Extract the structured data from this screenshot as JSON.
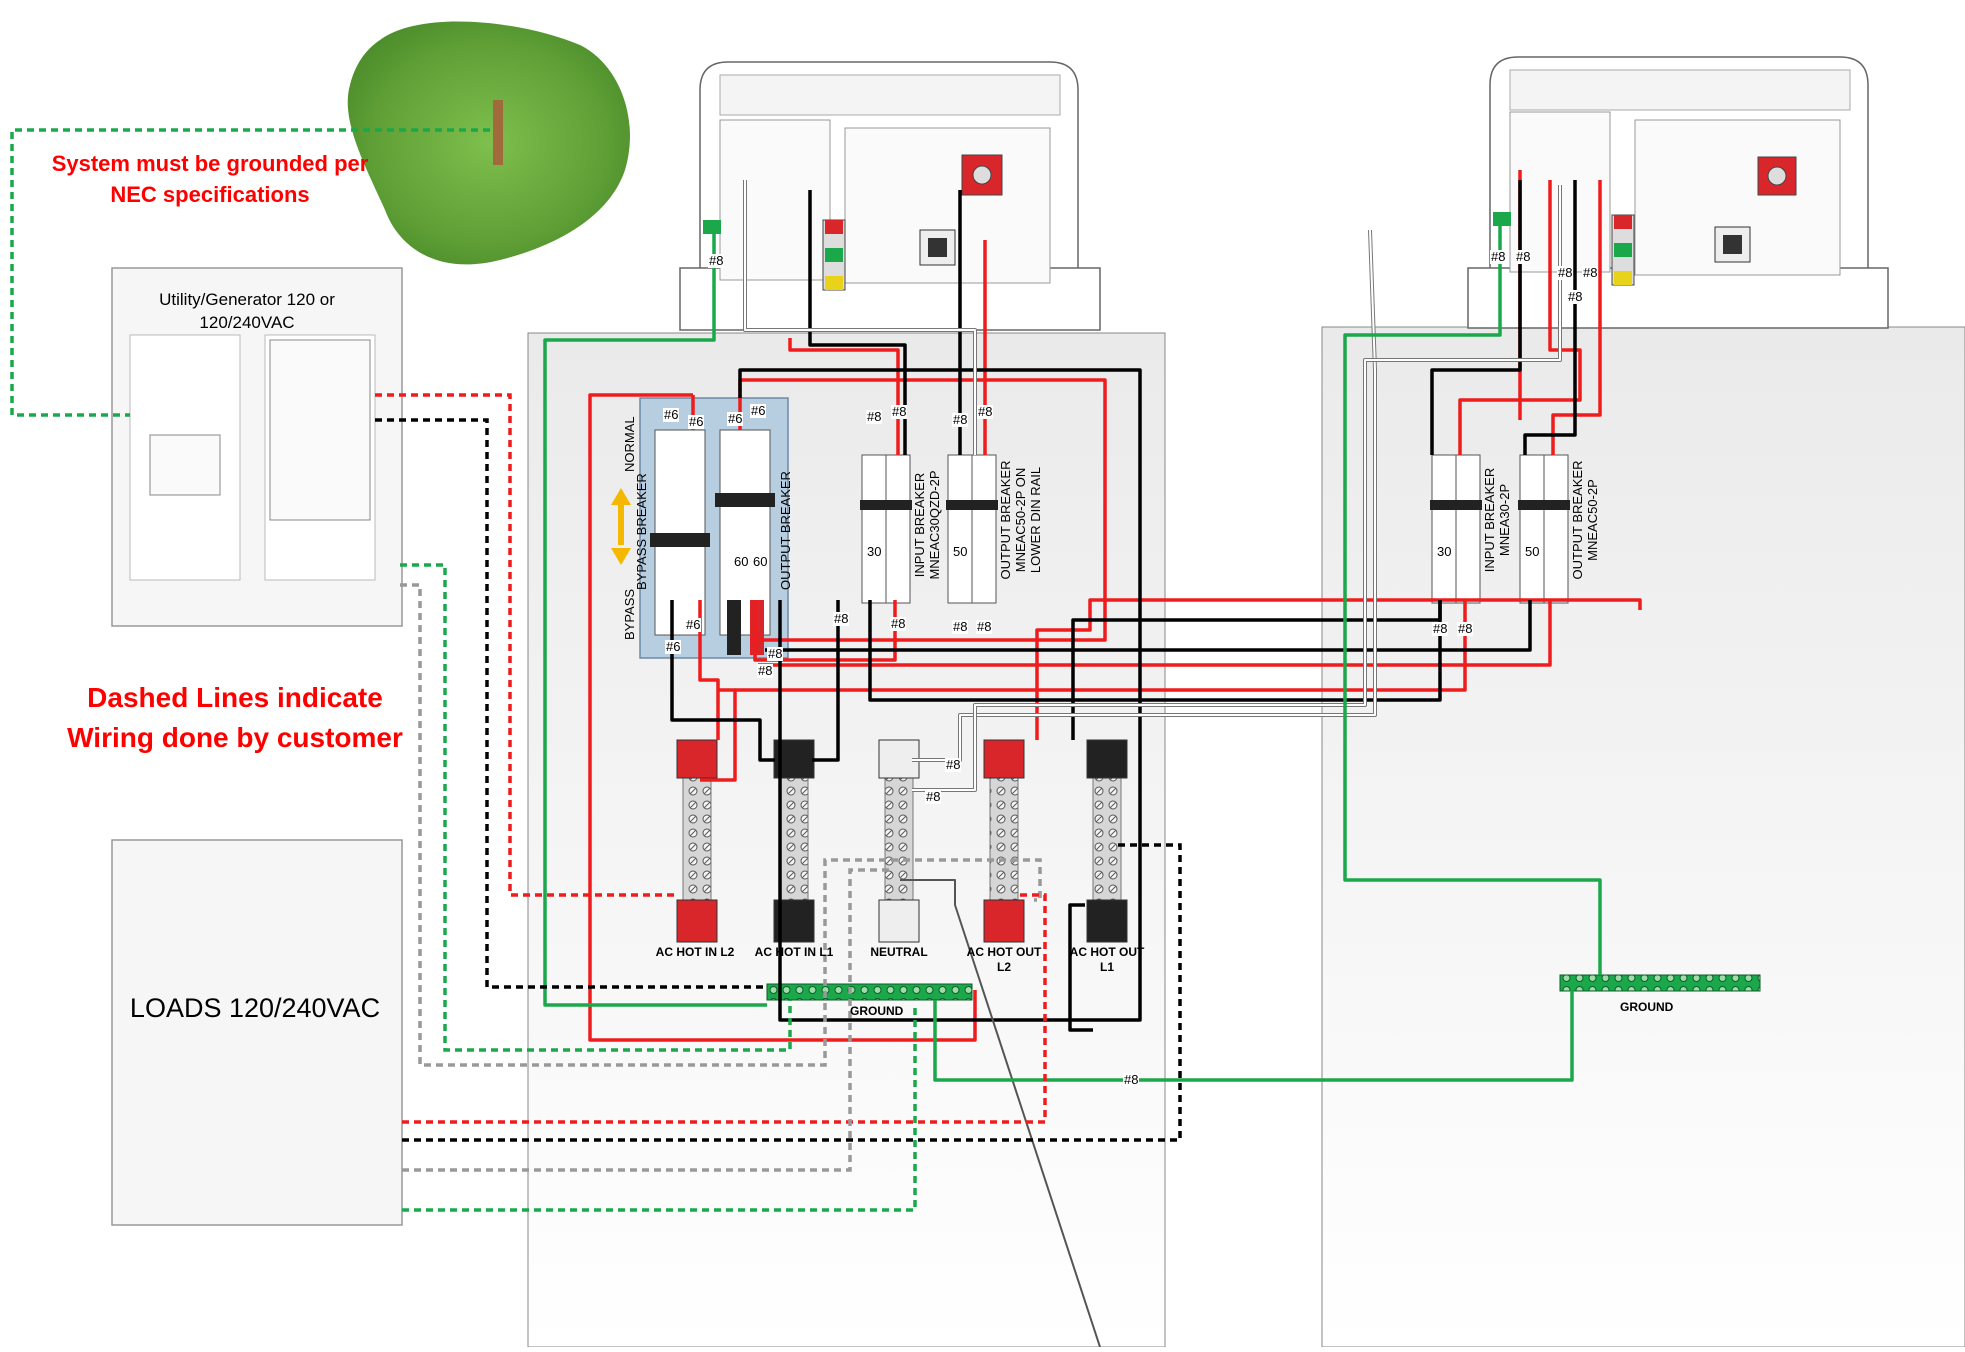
{
  "notes": {
    "ground_note": "System must be grounded per NEC specifications",
    "dashed_note": "Dashed Lines indicate Wiring done by customer"
  },
  "source_panel": {
    "title": "Utility/Generator 120 or 120/240VAC"
  },
  "loads": {
    "title": "LOADS 120/240VAC"
  },
  "bypass": {
    "normal": "NORMAL",
    "bypass": "BYPASS",
    "bypass_breaker": "BYPASS BREAKER",
    "output_breaker": "OUTPUT BREAKER",
    "rating": "60"
  },
  "breakers_left": {
    "input": "INPUT BREAKER MNEAC30QZD-2P",
    "output": "OUTPUT BREAKER MNEAC50-2P ON LOWER DIN RAIL",
    "input_rating": "30",
    "output_rating": "50"
  },
  "breakers_right": {
    "input": "INPUT BREAKER MNEA30-2P",
    "output": "OUTPUT BREAKER MNEAC50-2P",
    "input_rating": "30",
    "output_rating": "50"
  },
  "terminals": {
    "ac_hot_in_l2": "AC HOT IN L2",
    "ac_hot_in_l1": "AC HOT IN L1",
    "neutral": "NEUTRAL",
    "ac_hot_out_l2": "AC HOT OUT L2",
    "ac_hot_out_l1": "AC HOT OUT L1",
    "ground": "GROUND"
  },
  "wire_gauges": {
    "g6": "#6",
    "g8": "#8"
  },
  "colors": {
    "hot_l2": "#ee1c1c",
    "hot_l1": "#000000",
    "ground": "#1aa84a",
    "breaker_blue": "#b7cde0",
    "note_red": "#ff0000",
    "cabinet": "#f3f3f3"
  }
}
